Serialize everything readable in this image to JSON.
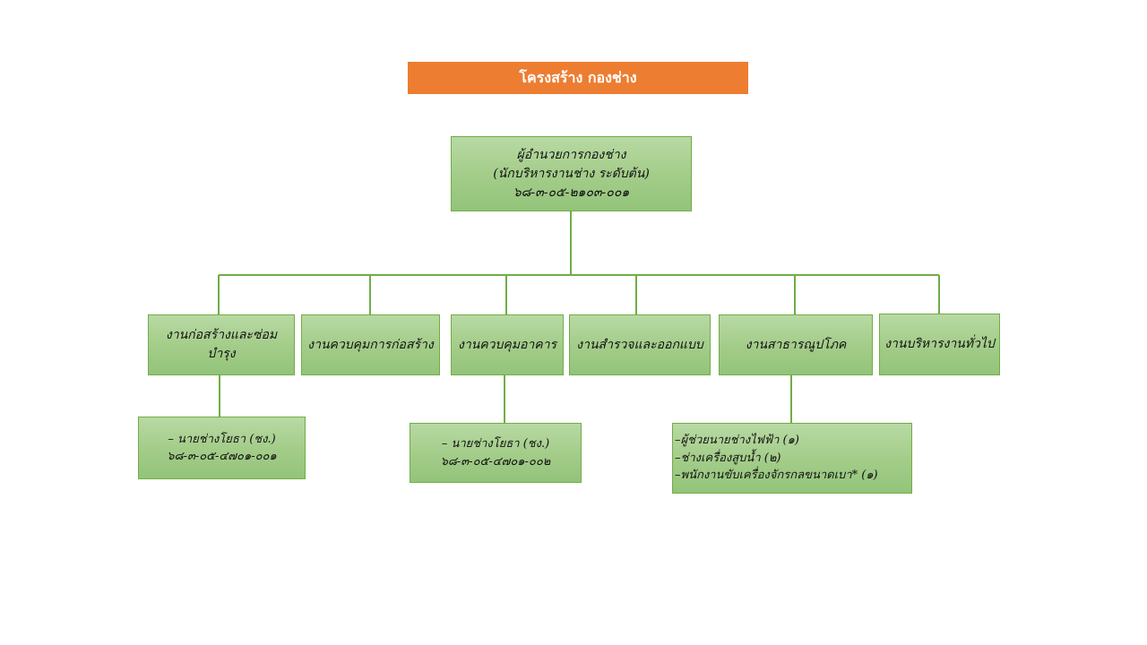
{
  "title": "โครงสร้าง กองช่าง",
  "director": {
    "line1": "ผู้อำนวยการกองช่าง",
    "line2": "(นักบริหารงานช่าง ระดับต้น)",
    "code": "๖๘-๓-๐๕-๒๑๐๓-๐๐๑"
  },
  "units": [
    {
      "label": "งานก่อสร้างและซ่อมบำรุง"
    },
    {
      "label": "งานควบคุมการก่อสร้าง"
    },
    {
      "label": "งานควบคุมอาคาร"
    },
    {
      "label": "งานสำรวจและออกแบบ"
    },
    {
      "label": "งานสาธารณูปโภค"
    },
    {
      "label": "งานบริหารงานทั่วไป"
    }
  ],
  "staff": {
    "construction": {
      "position": "– นายช่างโยธา (ชง.)",
      "code": "๖๘-๓-๐๕-๔๗๐๑-๐๐๑"
    },
    "building": {
      "position": "– นายช่างโยธา (ชง.)",
      "code": "๖๘-๓-๐๕-๔๗๐๑-๐๐๒"
    },
    "utilities": [
      "–ผู้ช่วยนายช่างไฟฟ้า   (๑)",
      "–ช่างเครื่องสูบน้ำ (๒)",
      "–พนักงานขับเครื่องจักรกลขนาดเบา* (๑)"
    ]
  },
  "colors": {
    "title_bg": "#ed7d31",
    "box_border": "#70ad47",
    "connector": "#70ad47"
  }
}
